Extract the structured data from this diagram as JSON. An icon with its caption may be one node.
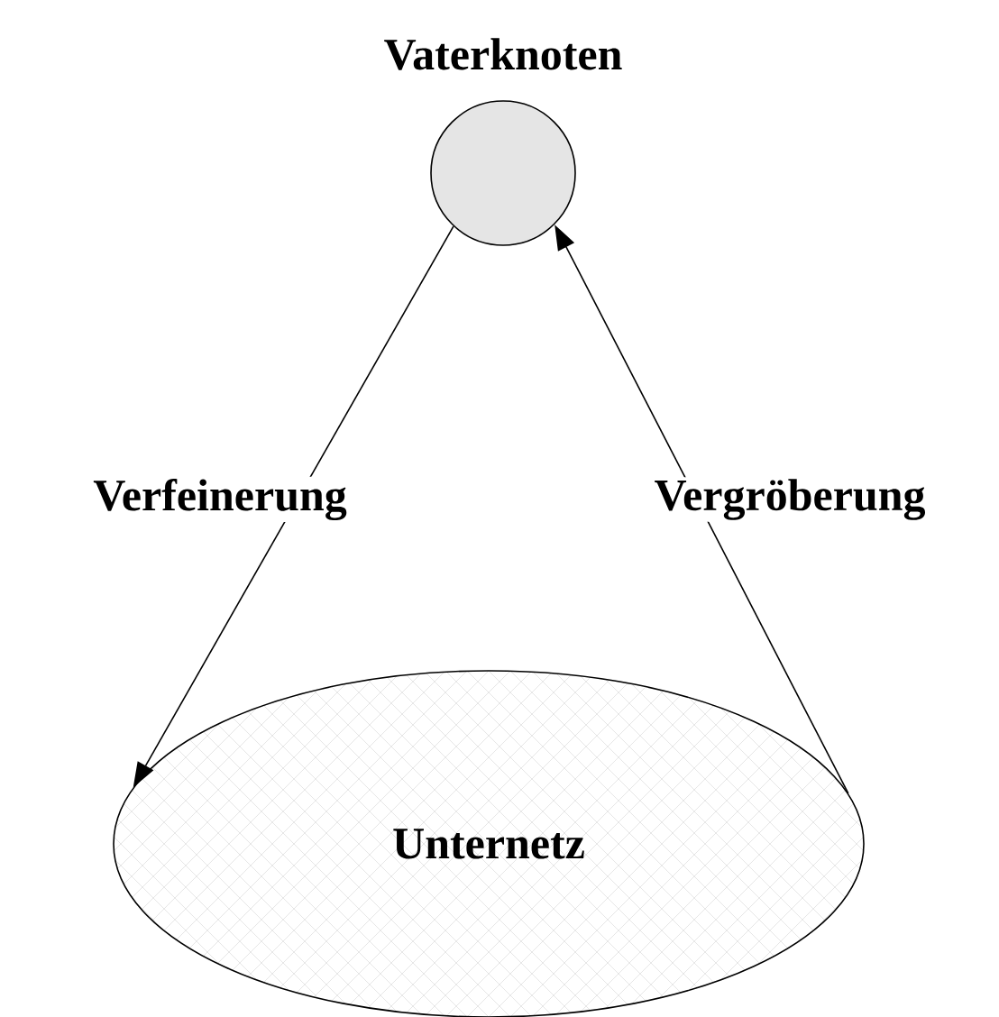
{
  "diagram": {
    "nodes": [
      {
        "text": [
          "Vaterknoten"
        ]
      },
      {
        "text": [
          "Unternetz"
        ]
      }
    ],
    "edges": [
      {
        "from": 0,
        "to": 1,
        "arrow": "to",
        "label": "Verfeinerung"
      },
      {
        "from": 1,
        "to": 0,
        "arrow": "to",
        "label": "Vergröberung"
      }
    ]
  }
}
